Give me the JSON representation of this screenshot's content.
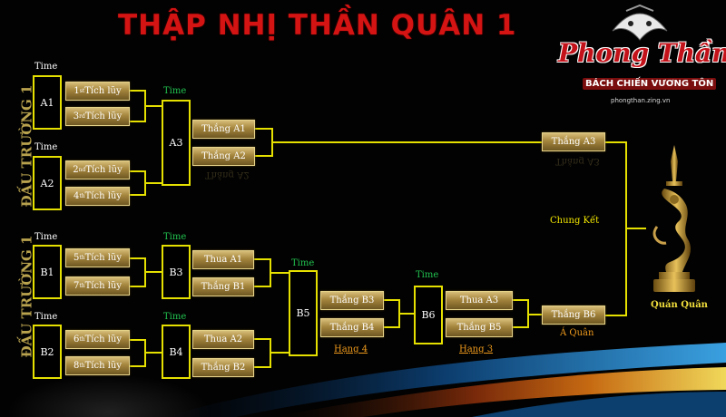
{
  "title": "THẬP NHỊ THẦN QUÂN 1",
  "logo": {
    "brand": "Phong Thần",
    "tagline": "BÁCH CHIẾN VƯƠNG TÔN",
    "site": "phongthan.zing.vn"
  },
  "arena_labels": [
    "ĐẤU TRƯỜNG 1",
    "ĐẤU TRƯỜNG 1"
  ],
  "time_label": "Time",
  "groups": {
    "a1": "A1",
    "a2": "A2",
    "a3": "A3",
    "b1": "B1",
    "b2": "B2",
    "b3": "B3",
    "b4": "B4",
    "b5": "B5",
    "b6": "B6"
  },
  "seeds": {
    "s1": {
      "n": "1",
      "sup": "st",
      "t": " Tích lũy"
    },
    "s3": {
      "n": "3",
      "sup": "rd",
      "t": " Tích lũy"
    },
    "s2": {
      "n": "2",
      "sup": "nd",
      "t": " Tích lũy"
    },
    "s4": {
      "n": "4",
      "sup": "th",
      "t": " Tích lũy"
    },
    "s5": {
      "n": "5",
      "sup": "th",
      "t": " Tích lũy"
    },
    "s7": {
      "n": "7",
      "sup": "th",
      "t": " Tích lũy"
    },
    "s6": {
      "n": "6",
      "sup": "th",
      "t": " Tích lũy"
    },
    "s8": {
      "n": "8",
      "sup": "th",
      "t": " Tích lũy"
    }
  },
  "plates": {
    "win_a1": "Thắng A1",
    "win_a2": "Thắng A2",
    "win_a3": "Thắng A3",
    "lose_a1": "Thua A1",
    "win_b1": "Thắng B1",
    "lose_a2": "Thua A2",
    "win_b2": "Thắng B2",
    "win_b3": "Thắng B3",
    "win_b4": "Thắng B4",
    "lose_a3": "Thua A3",
    "win_b5": "Thắng B5",
    "win_b6": "Thắng B6"
  },
  "labels": {
    "final": "Chung Kết",
    "rank4": "Hạng 4",
    "rank3": "Hạng 3",
    "runner_up": "Á Quân",
    "champion": "Quán Quân"
  },
  "colors": {
    "title": "#d41313",
    "box_border": "#e5e000",
    "line": "#e5e000",
    "plate": "#a5853d",
    "time_green": "#21c24f"
  }
}
